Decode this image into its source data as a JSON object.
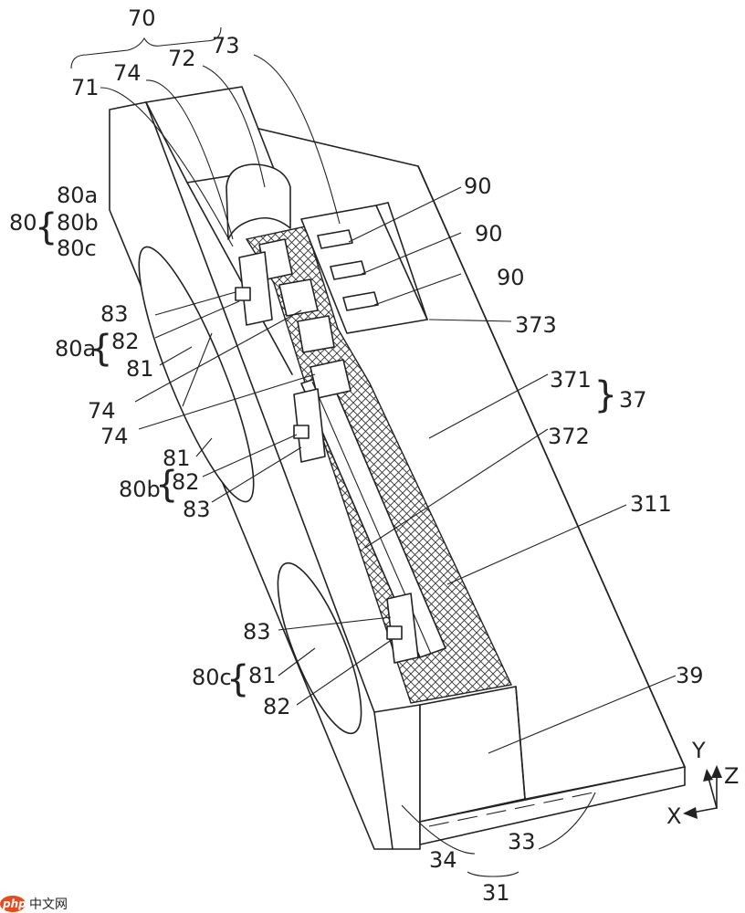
{
  "labels": {
    "l70": "70",
    "l71": "71",
    "l74top": "74",
    "l72": "72",
    "l73": "73",
    "l80": "80",
    "l80a_group": "80a",
    "l80b_group": "80b",
    "l80c_group": "80c",
    "l90a": "90",
    "l90b": "90",
    "l90c": "90",
    "l373": "373",
    "l83a": "83",
    "l80a": "80a",
    "l82a": "82",
    "l81a": "81",
    "l74mid": "74",
    "l74low": "74",
    "l371": "371",
    "l37": "37",
    "l372": "372",
    "l81b": "81",
    "l80b": "80b",
    "l82b": "82",
    "l83b": "83",
    "l311": "311",
    "l83c": "83",
    "l80c": "80c",
    "l81c": "81",
    "l82c": "82",
    "l39": "39",
    "l34": "34",
    "l33": "33",
    "l31": "31"
  },
  "axes": {
    "y": "Y",
    "z": "Z",
    "x": "X"
  },
  "watermark": {
    "badge": "php",
    "text": "中文网"
  }
}
